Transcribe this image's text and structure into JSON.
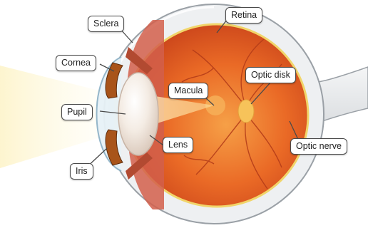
{
  "labels": {
    "sclera": "Sclera",
    "retina": "Retina",
    "cornea": "Cornea",
    "macula": "Macula",
    "optic_disk": "Optic disk",
    "pupil": "Pupil",
    "lens": "Lens",
    "optic_nerve": "Optic nerve",
    "iris": "Iris"
  },
  "colors": {
    "retina": "#e0561e",
    "sclera": "#e9ecef",
    "light_beam": "#fdf3c8",
    "label_border": "#4a4a4a"
  }
}
